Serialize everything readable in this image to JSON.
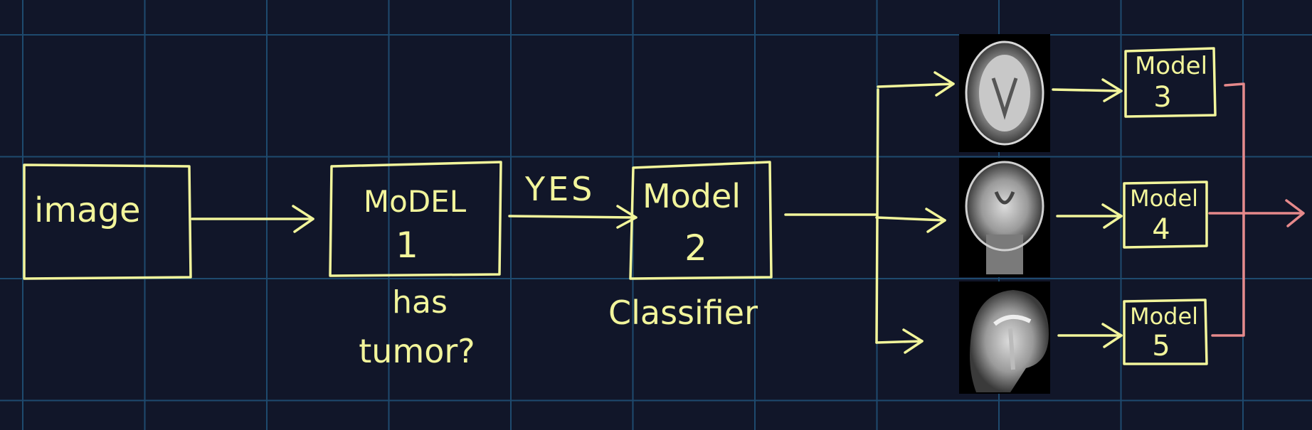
{
  "nodes": {
    "input": "image",
    "model1": {
      "line1": "MoDEL",
      "line2": "1"
    },
    "model1_caption": {
      "line1": "has",
      "line2": "tumor?"
    },
    "edge_label": "YES",
    "model2": {
      "line1": "Model",
      "line2": "2"
    },
    "model2_caption": "Classifier",
    "model3": {
      "line1": "Model",
      "line2": "3"
    },
    "model4": {
      "line1": "Model",
      "line2": "4"
    },
    "model5": {
      "line1": "Model",
      "line2": "5"
    }
  },
  "views": [
    "axial-mri-view",
    "coronal-mri-view",
    "sagittal-mri-view"
  ],
  "colors": {
    "background": "#111629",
    "grid": "#1e4a6e",
    "ink": "#f2f59b",
    "merge": "#e6898b"
  }
}
